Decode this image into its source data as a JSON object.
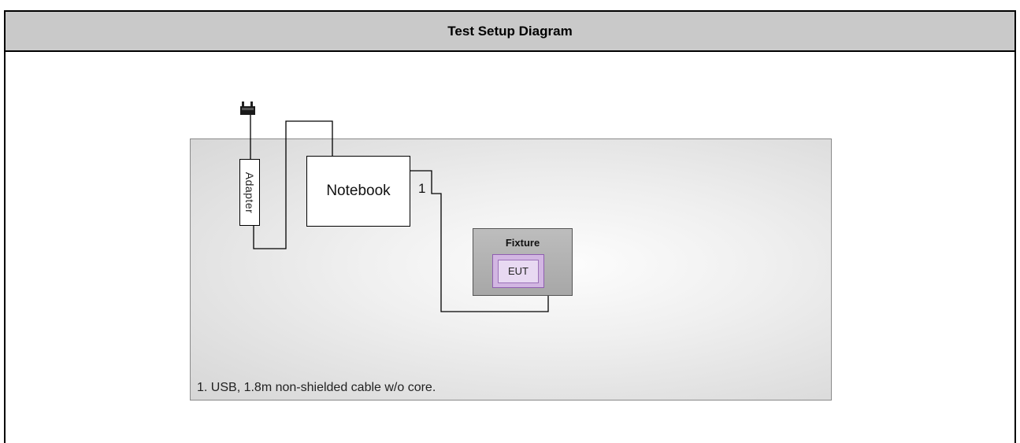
{
  "title": "Test Setup Diagram",
  "devices": {
    "adapter": "Adapter",
    "notebook": "Notebook",
    "fixture": "Fixture",
    "eut": "EUT"
  },
  "cable_label": "1",
  "note": "1. USB, 1.8m non-shielded cable w/o core.",
  "icons": {
    "plug": "power-plug-icon"
  }
}
